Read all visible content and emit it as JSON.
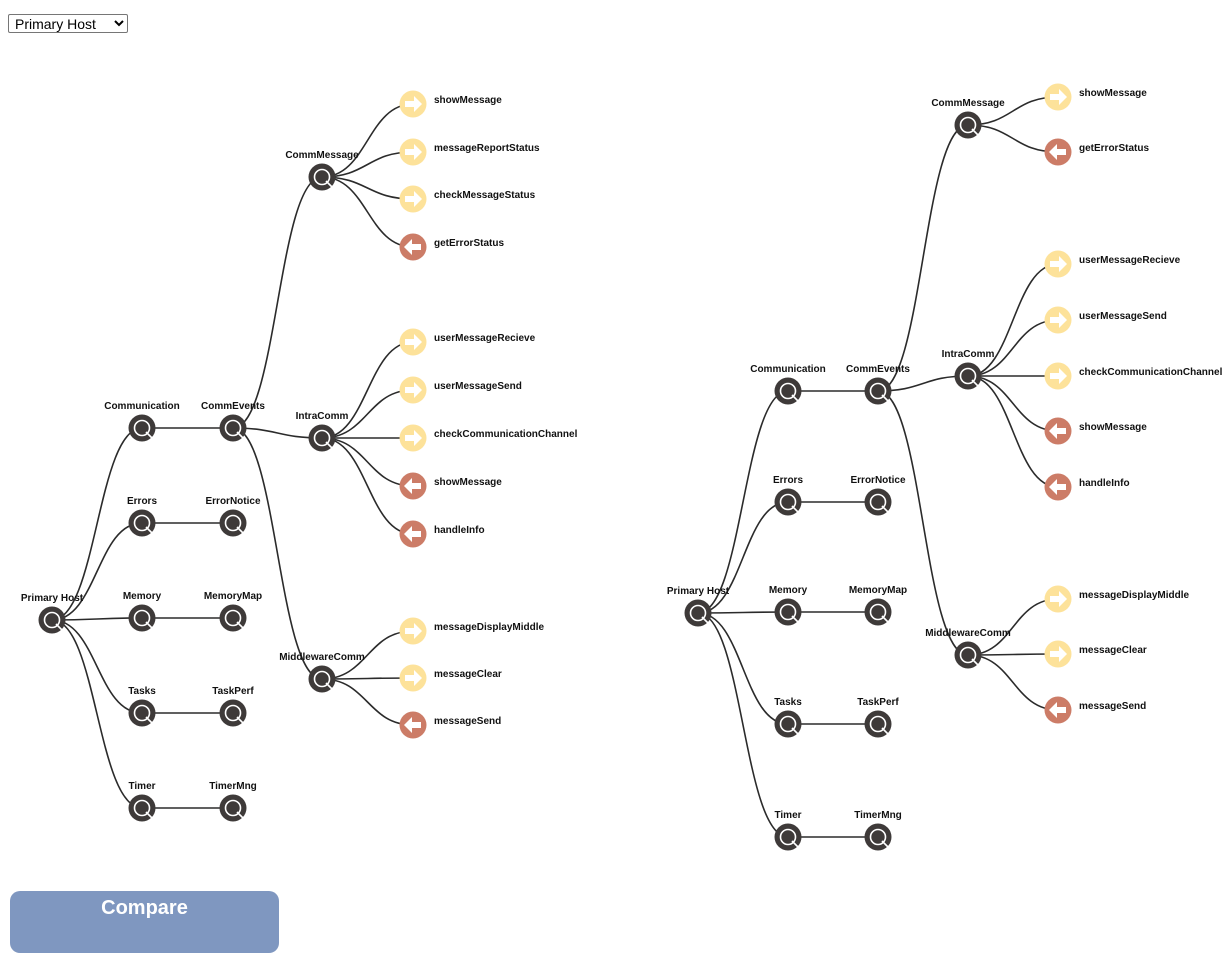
{
  "host_select": {
    "selected": "Primary Host",
    "options": [
      "Primary Host"
    ]
  },
  "colors": {
    "node": "#3e3a39",
    "out_arrow": "#fde29a",
    "in_arrow": "#cc7c67",
    "link": "#2b2b2b"
  },
  "trees": [
    {
      "root": "Primary Host",
      "children": [
        {
          "name": "Communication",
          "children": [
            {
              "name": "CommEvents",
              "children": [
                {
                  "name": "CommMessage",
                  "children": [
                    {
                      "name": "showMessage",
                      "dir": "out"
                    },
                    {
                      "name": "messageReportStatus",
                      "dir": "out"
                    },
                    {
                      "name": "checkMessageStatus",
                      "dir": "out"
                    },
                    {
                      "name": "getErrorStatus",
                      "dir": "in"
                    }
                  ]
                },
                {
                  "name": "IntraComm",
                  "children": [
                    {
                      "name": "userMessageRecieve",
                      "dir": "out"
                    },
                    {
                      "name": "userMessageSend",
                      "dir": "out"
                    },
                    {
                      "name": "checkCommunicationChannel",
                      "dir": "out"
                    },
                    {
                      "name": "showMessage",
                      "dir": "in"
                    },
                    {
                      "name": "handleInfo",
                      "dir": "in"
                    }
                  ]
                },
                {
                  "name": "MiddlewareComm",
                  "children": [
                    {
                      "name": "messageDisplayMiddle",
                      "dir": "out"
                    },
                    {
                      "name": "messageClear",
                      "dir": "out"
                    },
                    {
                      "name": "messageSend",
                      "dir": "in"
                    }
                  ]
                }
              ]
            }
          ]
        },
        {
          "name": "Errors",
          "children": [
            {
              "name": "ErrorNotice"
            }
          ]
        },
        {
          "name": "Memory",
          "children": [
            {
              "name": "MemoryMap"
            }
          ]
        },
        {
          "name": "Tasks",
          "children": [
            {
              "name": "TaskPerf"
            }
          ]
        },
        {
          "name": "Timer",
          "children": [
            {
              "name": "TimerMng"
            }
          ]
        }
      ]
    },
    {
      "root": "Primary Host",
      "children": [
        {
          "name": "Communication",
          "children": [
            {
              "name": "CommEvents",
              "children": [
                {
                  "name": "CommMessage",
                  "children": [
                    {
                      "name": "showMessage",
                      "dir": "out"
                    },
                    {
                      "name": "getErrorStatus",
                      "dir": "in"
                    }
                  ]
                },
                {
                  "name": "IntraComm",
                  "children": [
                    {
                      "name": "userMessageRecieve",
                      "dir": "out"
                    },
                    {
                      "name": "userMessageSend",
                      "dir": "out"
                    },
                    {
                      "name": "checkCommunicationChannel",
                      "dir": "out"
                    },
                    {
                      "name": "showMessage",
                      "dir": "in"
                    },
                    {
                      "name": "handleInfo",
                      "dir": "in"
                    }
                  ]
                },
                {
                  "name": "MiddlewareComm",
                  "children": [
                    {
                      "name": "messageDisplayMiddle",
                      "dir": "out"
                    },
                    {
                      "name": "messageClear",
                      "dir": "out"
                    },
                    {
                      "name": "messageSend",
                      "dir": "in"
                    }
                  ]
                }
              ]
            }
          ]
        },
        {
          "name": "Errors",
          "children": [
            {
              "name": "ErrorNotice"
            }
          ]
        },
        {
          "name": "Memory",
          "children": [
            {
              "name": "MemoryMap"
            }
          ]
        },
        {
          "name": "Tasks",
          "children": [
            {
              "name": "TaskPerf"
            }
          ]
        },
        {
          "name": "Timer",
          "children": [
            {
              "name": "TimerMng"
            }
          ]
        }
      ]
    }
  ],
  "compare_label": "Compare"
}
